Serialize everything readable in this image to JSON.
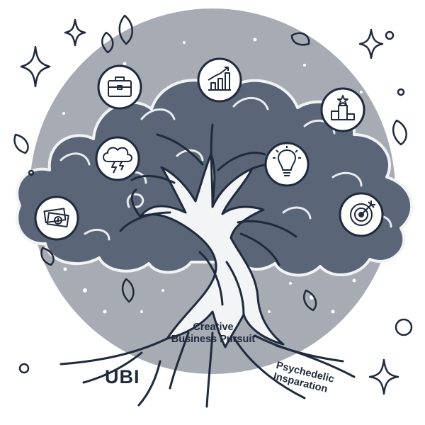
{
  "labels": {
    "creative_line1": "Creative",
    "creative_line2": "Business Pursuit",
    "ubi": "UBI",
    "psychedelic_line1": "Psychedelic",
    "psychedelic_line2": "Insparation"
  },
  "icons": [
    {
      "name": "briefcase-icon"
    },
    {
      "name": "growth-chart-icon"
    },
    {
      "name": "podium-star-icon"
    },
    {
      "name": "storm-cloud-icon"
    },
    {
      "name": "lightbulb-icon"
    },
    {
      "name": "money-icon"
    },
    {
      "name": "target-arrow-icon"
    }
  ],
  "colors": {
    "ink": "#1f2a3c",
    "disc": "#a6abb4",
    "canopy": "#5a6678",
    "canopy_dark": "#4a5568",
    "trunk": "#f3f4f6",
    "badge": "#ffffff"
  }
}
